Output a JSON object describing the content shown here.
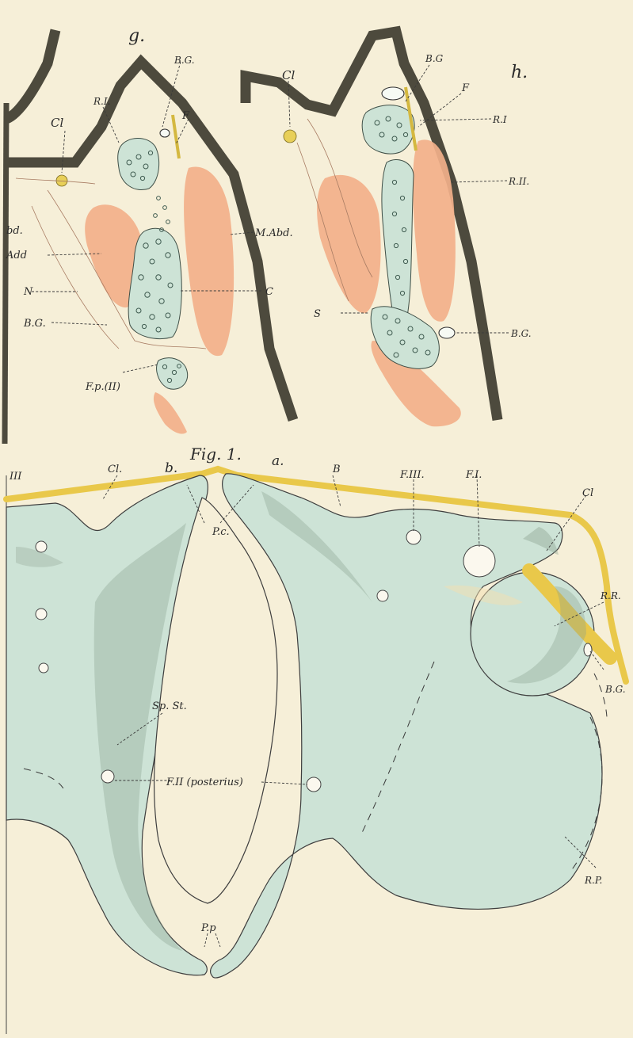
{
  "colors": {
    "paper": "#f6efd8",
    "cartilage": "#cde3d6",
    "muscle": "#f2b08a",
    "nerve_yellow": "#e9c84a",
    "wall_dark": "#4d4a3d"
  },
  "panel_g": {
    "letter": "g.",
    "labels": {
      "cl": "Cl",
      "r_i": "R.I.",
      "b_g_top": "B.G.",
      "f": "F",
      "abd": "bd.",
      "add": "Add",
      "m_abd": "M.Abd.",
      "n": "N",
      "c": "C",
      "b_g_low": "B.G.",
      "fp": "F.p.(II)"
    }
  },
  "panel_h": {
    "letter": "h.",
    "labels": {
      "b_g_top": "B.G",
      "f": "F",
      "cl": "Cl",
      "r_i": "R.I",
      "r_ii": "R.II.",
      "s": "S",
      "b_g_low": "B.G."
    }
  },
  "fig1": {
    "title": "Fig. 1.",
    "labels": {
      "iii": "III",
      "cl_left": "Cl.",
      "b": "b.",
      "a": "a.",
      "b_cap": "B",
      "f_iii": "F.III.",
      "f_i": "F.I.",
      "cl_right": "Cl",
      "pc": "P.c.",
      "rr": "R.R.",
      "bg": "B.G.",
      "sp_st": "Sp. St.",
      "f_ii": "F.II (posterius)",
      "rp": "R.P.",
      "pp": "P.p"
    }
  }
}
